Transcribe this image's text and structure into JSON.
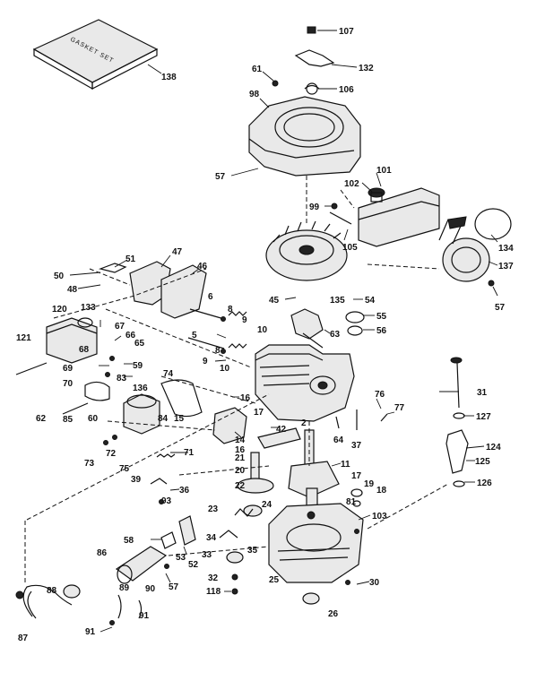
{
  "gasket_set": {
    "text": "GASKET SET"
  },
  "callouts": [
    {
      "id": "c107",
      "text": "107"
    },
    {
      "id": "c132",
      "text": "132"
    },
    {
      "id": "c106",
      "text": "106"
    },
    {
      "id": "c138",
      "text": "138"
    },
    {
      "id": "c61",
      "text": "61"
    },
    {
      "id": "c98",
      "text": "98"
    },
    {
      "id": "c57a",
      "text": "57"
    },
    {
      "id": "c101",
      "text": "101"
    },
    {
      "id": "c102",
      "text": "102"
    },
    {
      "id": "c99",
      "text": "99"
    },
    {
      "id": "c105",
      "text": "105"
    },
    {
      "id": "c134",
      "text": "134"
    },
    {
      "id": "c137",
      "text": "137"
    },
    {
      "id": "c57b",
      "text": "57"
    },
    {
      "id": "c47",
      "text": "47"
    },
    {
      "id": "c51",
      "text": "51"
    },
    {
      "id": "c46",
      "text": "46"
    },
    {
      "id": "c50",
      "text": "50"
    },
    {
      "id": "c48",
      "text": "48"
    },
    {
      "id": "c45",
      "text": "45"
    },
    {
      "id": "c135",
      "text": "135"
    },
    {
      "id": "c54",
      "text": "54"
    },
    {
      "id": "c55",
      "text": "55"
    },
    {
      "id": "c56",
      "text": "56"
    },
    {
      "id": "c63",
      "text": "63"
    },
    {
      "id": "c6",
      "text": "6"
    },
    {
      "id": "c8a",
      "text": "8"
    },
    {
      "id": "c9a",
      "text": "9"
    },
    {
      "id": "c10a",
      "text": "10"
    },
    {
      "id": "c5",
      "text": "5"
    },
    {
      "id": "c8b",
      "text": "8"
    },
    {
      "id": "c9b",
      "text": "9"
    },
    {
      "id": "c10b",
      "text": "10"
    },
    {
      "id": "c120",
      "text": "120"
    },
    {
      "id": "c133",
      "text": "133"
    },
    {
      "id": "c67",
      "text": "67"
    },
    {
      "id": "c66",
      "text": "66"
    },
    {
      "id": "c65",
      "text": "65"
    },
    {
      "id": "c121",
      "text": "121"
    },
    {
      "id": "c68",
      "text": "68"
    },
    {
      "id": "c69",
      "text": "69"
    },
    {
      "id": "c59",
      "text": "59"
    },
    {
      "id": "c70",
      "text": "70"
    },
    {
      "id": "c83",
      "text": "83"
    },
    {
      "id": "c74",
      "text": "74"
    },
    {
      "id": "c136",
      "text": "136"
    },
    {
      "id": "c16a",
      "text": "16"
    },
    {
      "id": "c62",
      "text": "62"
    },
    {
      "id": "c85",
      "text": "85"
    },
    {
      "id": "c60",
      "text": "60"
    },
    {
      "id": "c84",
      "text": "84"
    },
    {
      "id": "c15",
      "text": "15"
    },
    {
      "id": "c31",
      "text": "31"
    },
    {
      "id": "c76",
      "text": "76"
    },
    {
      "id": "c77",
      "text": "77"
    },
    {
      "id": "c127",
      "text": "127"
    },
    {
      "id": "c17a",
      "text": "17"
    },
    {
      "id": "c42",
      "text": "42"
    },
    {
      "id": "c2",
      "text": "2"
    },
    {
      "id": "c14",
      "text": "14"
    },
    {
      "id": "c16b",
      "text": "16"
    },
    {
      "id": "c64",
      "text": "64"
    },
    {
      "id": "c37",
      "text": "37"
    },
    {
      "id": "c73",
      "text": "73"
    },
    {
      "id": "c72",
      "text": "72"
    },
    {
      "id": "c71",
      "text": "71"
    },
    {
      "id": "c21",
      "text": "21"
    },
    {
      "id": "c11",
      "text": "11"
    },
    {
      "id": "c124",
      "text": "124"
    },
    {
      "id": "c125",
      "text": "125"
    },
    {
      "id": "c75",
      "text": "75"
    },
    {
      "id": "c20",
      "text": "20"
    },
    {
      "id": "c39",
      "text": "39"
    },
    {
      "id": "c17b",
      "text": "17"
    },
    {
      "id": "c19",
      "text": "19"
    },
    {
      "id": "c36",
      "text": "36"
    },
    {
      "id": "c22",
      "text": "22"
    },
    {
      "id": "c18",
      "text": "18"
    },
    {
      "id": "c126",
      "text": "126"
    },
    {
      "id": "c93",
      "text": "93"
    },
    {
      "id": "c81",
      "text": "81"
    },
    {
      "id": "c23",
      "text": "23"
    },
    {
      "id": "c24",
      "text": "24"
    },
    {
      "id": "c103",
      "text": "103"
    },
    {
      "id": "c58",
      "text": "58"
    },
    {
      "id": "c34",
      "text": "34"
    },
    {
      "id": "c53",
      "text": "53"
    },
    {
      "id": "c52",
      "text": "52"
    },
    {
      "id": "c35",
      "text": "35"
    },
    {
      "id": "c33",
      "text": "33"
    },
    {
      "id": "c86",
      "text": "86"
    },
    {
      "id": "c57c",
      "text": "57"
    },
    {
      "id": "c32",
      "text": "32"
    },
    {
      "id": "c25",
      "text": "25"
    },
    {
      "id": "c30",
      "text": "30"
    },
    {
      "id": "c88",
      "text": "88"
    },
    {
      "id": "c89",
      "text": "89"
    },
    {
      "id": "c118",
      "text": "118"
    },
    {
      "id": "c26",
      "text": "26"
    },
    {
      "id": "c90",
      "text": "90"
    },
    {
      "id": "c91a",
      "text": "91"
    },
    {
      "id": "c87",
      "text": "87"
    },
    {
      "id": "c91b",
      "text": "91"
    }
  ]
}
